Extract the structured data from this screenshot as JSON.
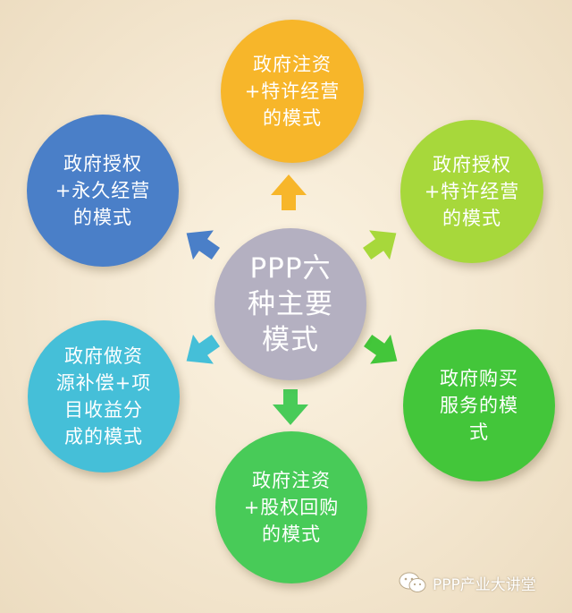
{
  "center": {
    "text": "PPP六\n种主要\n模式",
    "color": "#b4b0c1"
  },
  "nodes": [
    {
      "text": "政府注资\n+特许经营\n的模式",
      "color": "#f7b62a"
    },
    {
      "text": "政府授权\n+特许经营\n的模式",
      "color": "#a7d83b"
    },
    {
      "text": "政府购买\n服务的模\n式",
      "color": "#43c63a"
    },
    {
      "text": "政府注资\n+股权回购\n的模式",
      "color": "#48cb58"
    },
    {
      "text": "政府做资\n源补偿+项\n目收益分\n成的模式",
      "color": "#45bfd8"
    },
    {
      "text": "政府授权\n+永久经营\n的模式",
      "color": "#4a7fc8"
    }
  ],
  "arrow_colors": [
    "#f7b62a",
    "#a7d83b",
    "#43c63a",
    "#48cb58",
    "#45bfd8",
    "#4a7fc8"
  ],
  "watermark": {
    "text": "PPP产业大讲堂",
    "icon": "wechat-icon"
  }
}
